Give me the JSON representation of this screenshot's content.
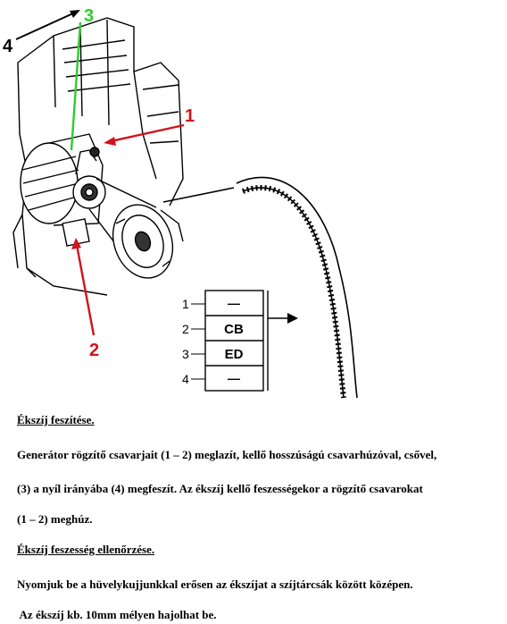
{
  "figure": {
    "callouts": {
      "c1": "1",
      "c2": "2",
      "c3": "3",
      "c4": "4"
    },
    "belt_table": {
      "rows": [
        {
          "num": "1",
          "code": "—"
        },
        {
          "num": "2",
          "code": "CB"
        },
        {
          "num": "3",
          "code": "ED"
        },
        {
          "num": "4",
          "code": "—"
        }
      ]
    },
    "colors": {
      "red": "#d0141c",
      "green": "#2fcc2f",
      "black": "#000000"
    }
  },
  "section1": {
    "heading": "Ékszíj feszítése.",
    "line1": "Generátor rögzítő csavarjait (1 – 2) meglazít, kellő hosszúságú csavarhúzóval, csővel,",
    "line2": "(3) a nyíl irányába (4) megfeszít. Az ékszíj kellő feszességekor a rögzítő csavarokat",
    "line3": "(1 – 2) meghúz."
  },
  "section2": {
    "heading": "Ékszíj feszesség ellenőrzése.",
    "line1": "Nyomjuk be a hüvelykujjunkkal erősen az ékszíjat a szíjtárcsák között középen.",
    "line2": " Az ékszíj kb. 10mm mélyen hajolhat be."
  }
}
